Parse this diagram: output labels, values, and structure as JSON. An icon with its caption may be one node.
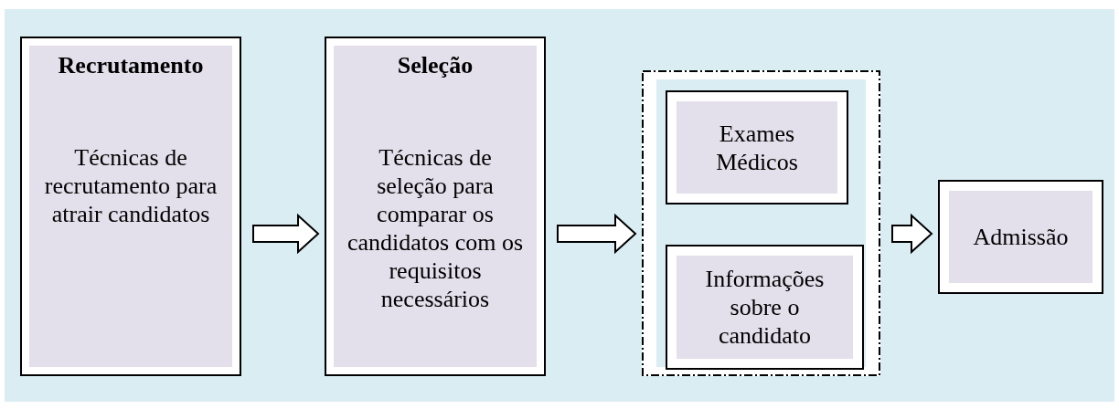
{
  "diagram": {
    "nodes": [
      {
        "text": [
          "Recrutamento",
          "Técnicas de recrutamento para atrair candidatos"
        ]
      },
      {
        "text": [
          "Seleção",
          "Técnicas de seleção para comparar os candidatos com os requisitos necessários"
        ]
      },
      {
        "text": [],
        "shape": "box"
      },
      {
        "text": [
          "Exames Médicos"
        ],
        "in": 2
      },
      {
        "text": [
          "Informações sobre o candidato"
        ],
        "in": 2
      },
      {
        "text": [
          "Admissão"
        ]
      }
    ],
    "edges": [
      {
        "from": 0,
        "to": 1,
        "arrow": "to"
      },
      {
        "from": 1,
        "to": 2,
        "arrow": "to"
      },
      {
        "from": 2,
        "to": 5,
        "arrow": "to"
      }
    ]
  }
}
